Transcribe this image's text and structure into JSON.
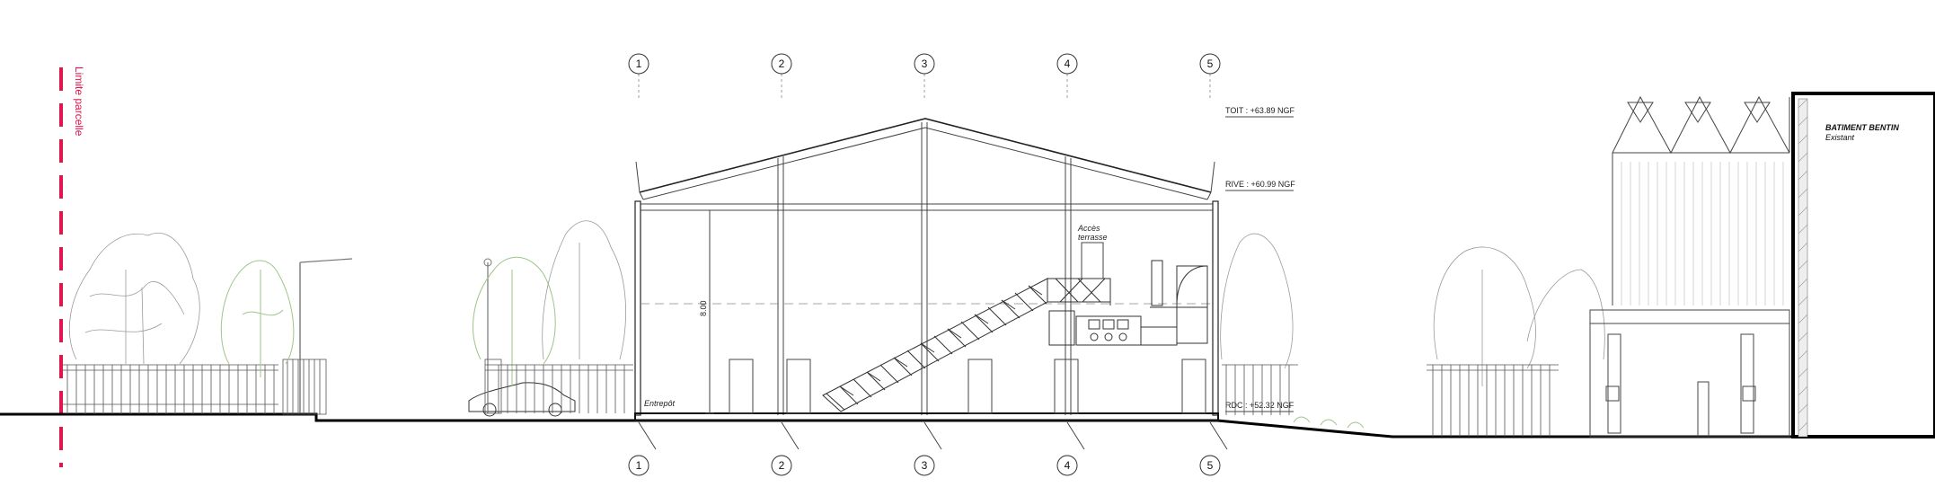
{
  "property_limit": {
    "label": "Limite parcelle",
    "color": "#e0174f"
  },
  "axes": {
    "top_labels": [
      "1",
      "2",
      "3",
      "4",
      "5"
    ],
    "bottom_labels": [
      "1",
      "2",
      "3",
      "4",
      "5"
    ]
  },
  "levels": {
    "toit": "TOIT : +63.89 NGF",
    "rive": "RIVE : +60.99 NGF",
    "rdc": "RDC : +52.32 NGF"
  },
  "annotations": {
    "height_dimension": "8.00",
    "entrepot": "Entrepôt",
    "acces_line1": "Accès",
    "acces_line2": "terrasse"
  },
  "existing_building": {
    "name": "BATIMENT BENTIN",
    "status": "Existant"
  },
  "colors": {
    "ink": "#222222",
    "vegetation": "#9ec48a",
    "limit": "#e0174f"
  }
}
